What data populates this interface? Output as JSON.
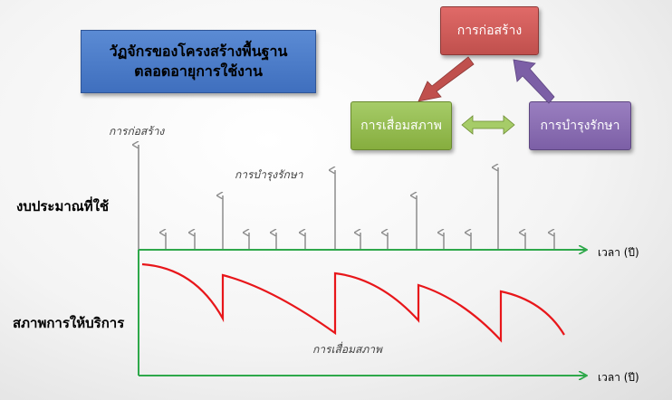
{
  "title": {
    "line1": "วัฏจักรของโครงสร้างพื้นฐาน",
    "line2": "ตลอดอายุการใช้งาน"
  },
  "cycle": {
    "construct": "การก่อสร้าง",
    "deteriorate": "การเสื่อมสภาพ",
    "maintain": "การบำรุงรักษา"
  },
  "labels": {
    "construction_annotation": "การก่อสร้าง",
    "maintenance_annotation": "การบำรุงรักษา",
    "deterioration_annotation": "การเสื่อมสภาพ",
    "budget_axis": "งบประมาณที่ใช้",
    "service_axis": "สภาพการให้บริการ",
    "time_axis_top": "เวลา (ปี)",
    "time_axis_bottom": "เวลา (ปี)"
  },
  "colors": {
    "axis": "#2ea84a",
    "curve": "#e8161a",
    "spike": "#8c8c8c",
    "construct": "#c0504d",
    "deteriorate": "#86ad3e",
    "maintain": "#7c5fa6"
  }
}
